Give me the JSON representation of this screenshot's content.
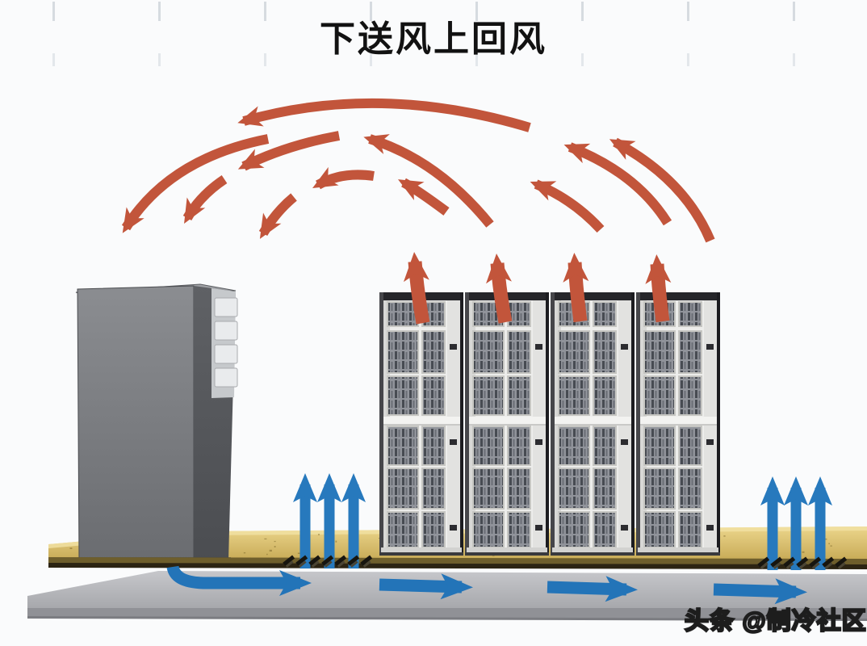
{
  "title": "下送风上回风",
  "watermark": "头条 @制冷社区",
  "diagram": {
    "type": "data-center-airflow-schematic",
    "crac_unit": {
      "name": "crac-cabinet"
    },
    "racks": {
      "count": 4
    },
    "hot_return_air": {
      "arc_arrow_count": 11,
      "rack_exhaust_arrow_count": 4,
      "direction": "up-and-over-to-left"
    },
    "cold_supply_air": {
      "left_vent_arrow_count": 3,
      "right_vent_arrow_count": 3,
      "plenum_arrow_count": 4,
      "direction": "right-under-floor-then-up"
    },
    "vent_grilles": {
      "left_slot_count": 7,
      "right_slot_count": 7
    }
  },
  "colors": {
    "hot_arrow": "#c2553b",
    "cold_arrow": "#2779bd",
    "floor_tan": "#dcc272",
    "floor_edge_brown": "#5e5026",
    "plenum_slab": "#b4b5b9",
    "crac_gray": "#7c7e82",
    "rack_body": "#ededeb",
    "background": "#fafbfc",
    "title_text": "#121212"
  }
}
